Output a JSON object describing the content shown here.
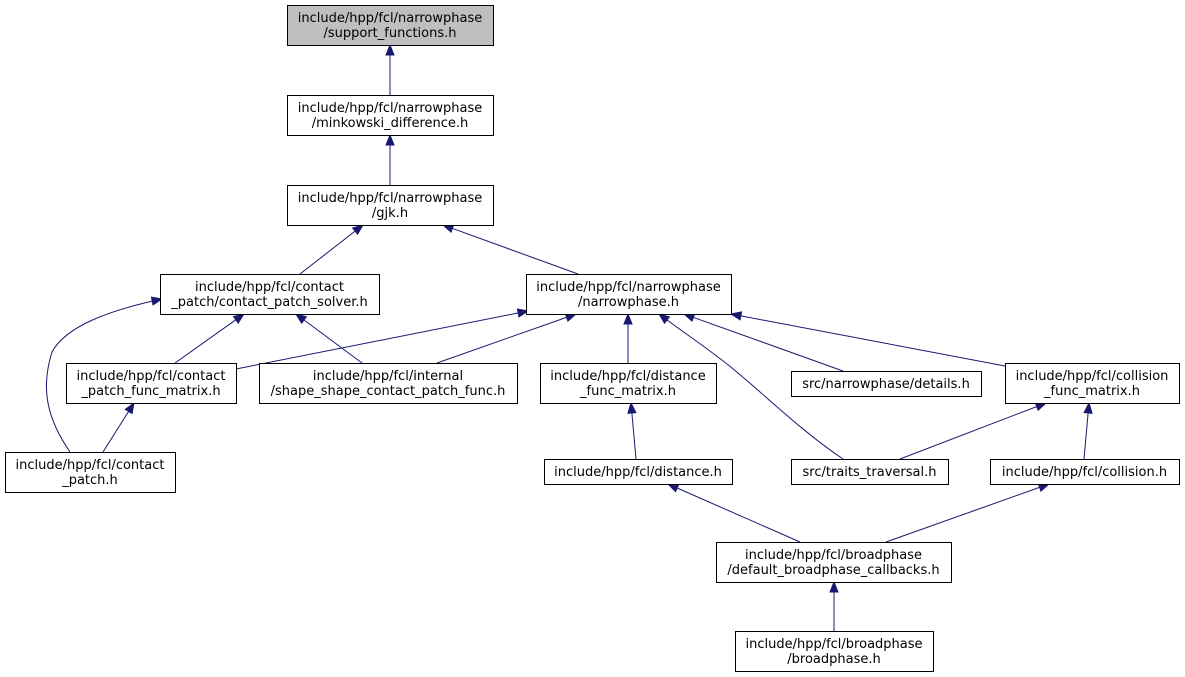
{
  "colors": {
    "node_fill": "#ffffff",
    "highlight_fill": "#bfbfbf",
    "node_border": "#000000",
    "edge": "#191970"
  },
  "nodes": [
    {
      "id": "n_support",
      "highlight": true,
      "lines": [
        "include/hpp/fcl/narrowphase",
        "/support_functions.h"
      ]
    },
    {
      "id": "n_minkowski",
      "lines": [
        "include/hpp/fcl/narrowphase",
        "/minkowski_difference.h"
      ]
    },
    {
      "id": "n_gjk",
      "lines": [
        "include/hpp/fcl/narrowphase",
        "/gjk.h"
      ]
    },
    {
      "id": "n_cps",
      "lines": [
        "include/hpp/fcl/contact",
        "_patch/contact_patch_solver.h"
      ]
    },
    {
      "id": "n_narrow",
      "lines": [
        "include/hpp/fcl/narrowphase",
        "/narrowphase.h"
      ]
    },
    {
      "id": "n_cpfm",
      "lines": [
        "include/hpp/fcl/contact",
        "_patch_func_matrix.h"
      ]
    },
    {
      "id": "n_sscpf",
      "lines": [
        "include/hpp/fcl/internal",
        "/shape_shape_contact_patch_func.h"
      ]
    },
    {
      "id": "n_dfm",
      "lines": [
        "include/hpp/fcl/distance",
        "_func_matrix.h"
      ]
    },
    {
      "id": "n_details",
      "lines": [
        "src/narrowphase/details.h"
      ]
    },
    {
      "id": "n_cfm",
      "lines": [
        "include/hpp/fcl/collision",
        "_func_matrix.h"
      ]
    },
    {
      "id": "n_cpatch",
      "lines": [
        "include/hpp/fcl/contact",
        "_patch.h"
      ]
    },
    {
      "id": "n_distance",
      "lines": [
        "include/hpp/fcl/distance.h"
      ]
    },
    {
      "id": "n_traits",
      "lines": [
        "src/traits_traversal.h"
      ]
    },
    {
      "id": "n_collision",
      "lines": [
        "include/hpp/fcl/collision.h"
      ]
    },
    {
      "id": "n_dbc",
      "lines": [
        "include/hpp/fcl/broadphase",
        "/default_broadphase_callbacks.h"
      ]
    },
    {
      "id": "n_broad",
      "lines": [
        "include/hpp/fcl/broadphase",
        "/broadphase.h"
      ]
    }
  ],
  "edges": [
    {
      "from": "n_minkowski",
      "to": "n_support"
    },
    {
      "from": "n_gjk",
      "to": "n_minkowski"
    },
    {
      "from": "n_cps",
      "to": "n_gjk"
    },
    {
      "from": "n_narrow",
      "to": "n_gjk"
    },
    {
      "from": "n_cpatch",
      "to": "n_cps"
    },
    {
      "from": "n_cpfm",
      "to": "n_cps"
    },
    {
      "from": "n_sscpf",
      "to": "n_cps"
    },
    {
      "from": "n_cpfm",
      "to": "n_narrow"
    },
    {
      "from": "n_sscpf",
      "to": "n_narrow"
    },
    {
      "from": "n_dfm",
      "to": "n_narrow"
    },
    {
      "from": "n_traits",
      "to": "n_narrow"
    },
    {
      "from": "n_details",
      "to": "n_narrow"
    },
    {
      "from": "n_cfm",
      "to": "n_narrow"
    },
    {
      "from": "n_cpatch",
      "to": "n_cpfm"
    },
    {
      "from": "n_distance",
      "to": "n_dfm"
    },
    {
      "from": "n_traits",
      "to": "n_cfm"
    },
    {
      "from": "n_collision",
      "to": "n_cfm"
    },
    {
      "from": "n_dbc",
      "to": "n_distance"
    },
    {
      "from": "n_dbc",
      "to": "n_collision"
    },
    {
      "from": "n_broad",
      "to": "n_dbc"
    }
  ]
}
